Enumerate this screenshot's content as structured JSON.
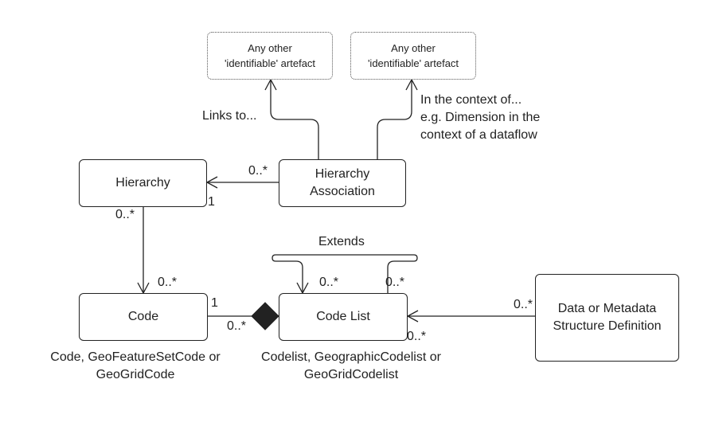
{
  "nodes": {
    "other_artefact_1": "Any other\n'identifiable' artefact",
    "other_artefact_2": "Any other\n'identifiable' artefact",
    "hierarchy": "Hierarchy",
    "hierarchy_association": "Hierarchy\nAssociation",
    "code": "Code",
    "code_list": "Code List",
    "structure_definition": "Data or Metadata\nStructure Definition"
  },
  "edges": {
    "links_to": "Links to...",
    "context_line1": "In the context of...",
    "context_line2": "e.g. Dimension in the",
    "context_line3": "context of a dataflow",
    "assoc_to_hierarchy_source": "0..*",
    "assoc_to_hierarchy_target": "1",
    "hierarchy_to_code_source": "0..*",
    "hierarchy_to_code_target": "0..*",
    "extends": "Extends",
    "extends_target": "0..*",
    "extends_source": "0..*",
    "code_composition_code_end": "1",
    "code_composition_list_end": "0..*",
    "dsd_to_codelist_source": "0..*",
    "dsd_to_codelist_target": "0..*"
  },
  "notes": {
    "code_types": "Code, GeoFeatureSetCode or\nGeoGridCode",
    "codelist_types": "Codelist, GeographicCodelist or\nGeoGridCodelist"
  }
}
